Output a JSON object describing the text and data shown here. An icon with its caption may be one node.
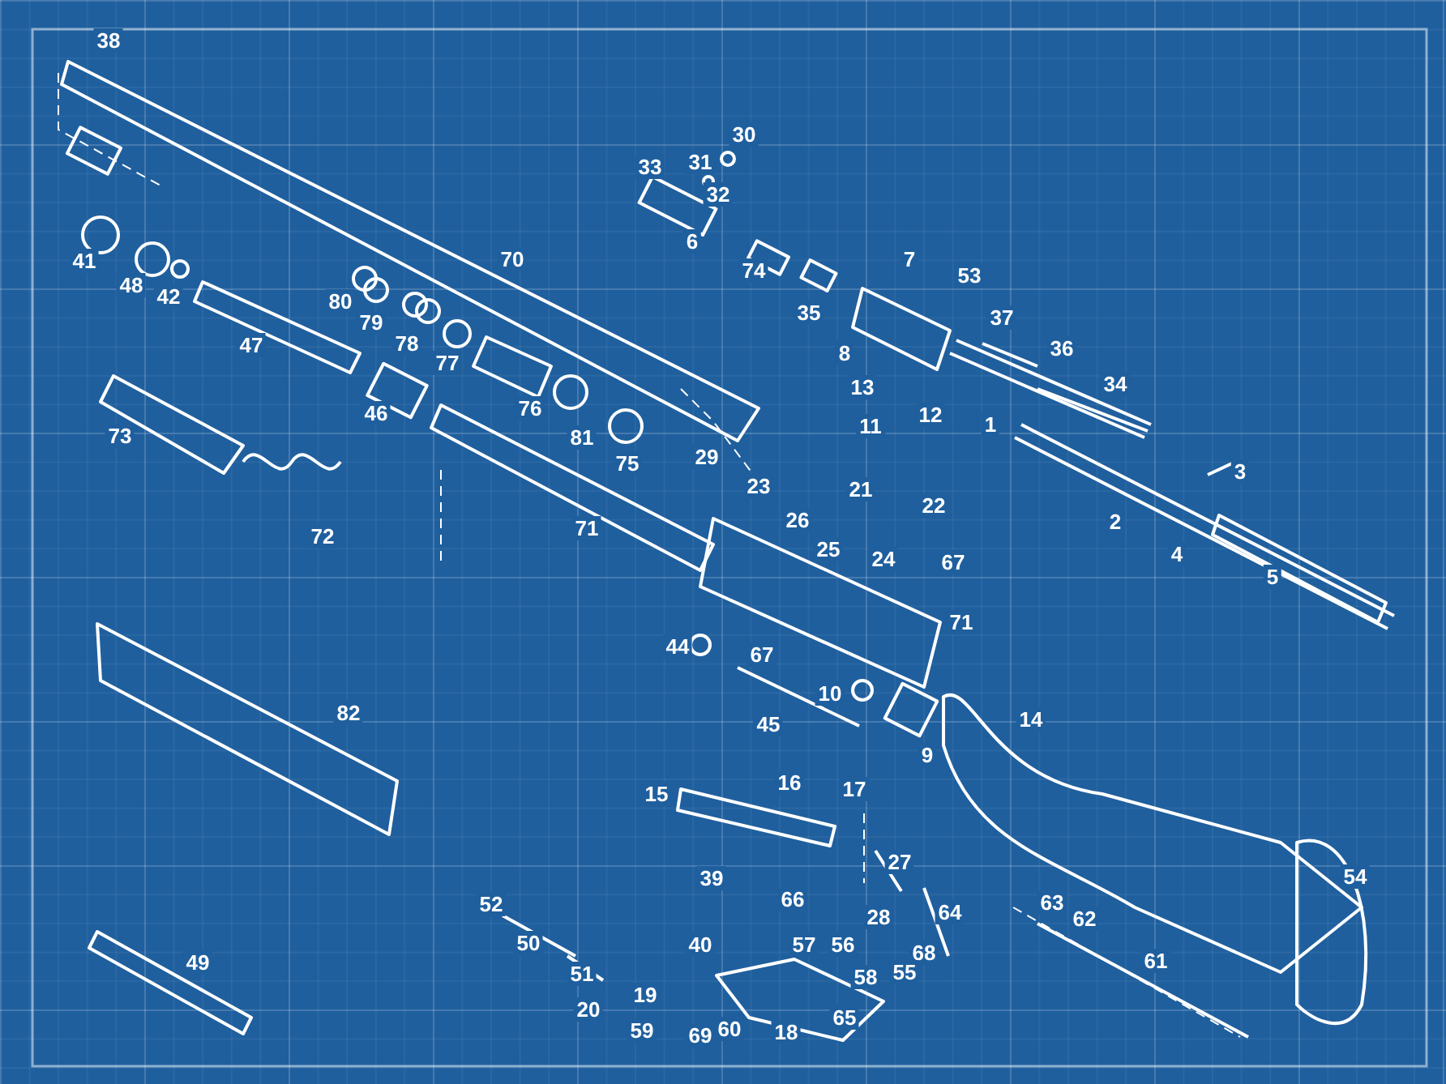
{
  "diagram": {
    "labels": [
      "38",
      "30",
      "33",
      "31",
      "32",
      "6",
      "70",
      "7",
      "53",
      "74",
      "80",
      "41",
      "48",
      "42",
      "35",
      "37",
      "79",
      "8",
      "36",
      "78",
      "77",
      "47",
      "34",
      "13",
      "46",
      "73",
      "76",
      "12",
      "11",
      "1",
      "81",
      "75",
      "29",
      "3",
      "23",
      "21",
      "2",
      "22",
      "72",
      "26",
      "4",
      "71",
      "25",
      "24",
      "67",
      "5",
      "71",
      "44",
      "67",
      "10",
      "82",
      "14",
      "45",
      "9",
      "16",
      "17",
      "15",
      "27",
      "39",
      "54",
      "66",
      "52",
      "28",
      "64",
      "63",
      "62",
      "50",
      "40",
      "57",
      "56",
      "68",
      "61",
      "49",
      "51",
      "58",
      "55",
      "19",
      "20",
      "65",
      "59",
      "69",
      "60",
      "18"
    ]
  }
}
